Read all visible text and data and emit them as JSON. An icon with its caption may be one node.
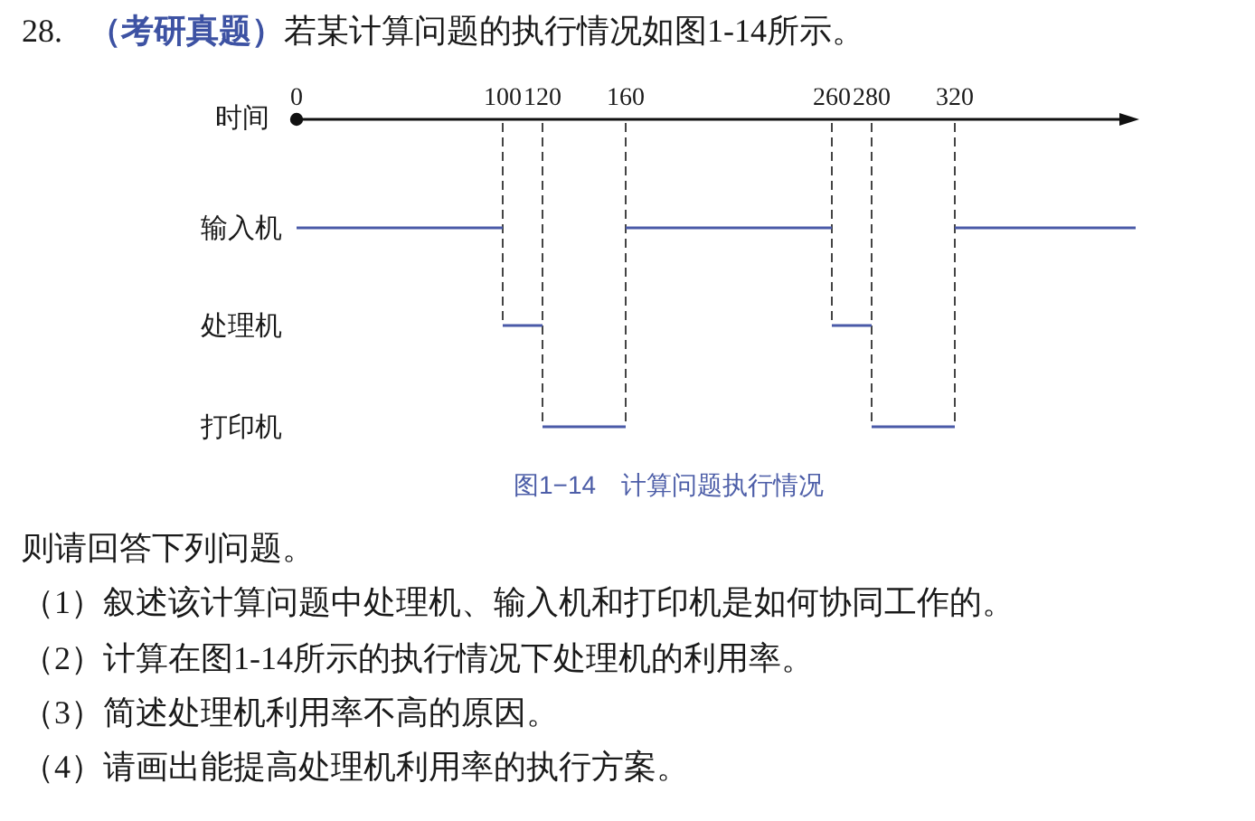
{
  "diagram": {
    "title": "28. **（考研真题）**若某计算问题的执行情况如图1-14所示。",
    "caption": "图1−14　计算问题执行情况",
    "labels": [
      "时间",
      "0",
      "100",
      "120",
      "160",
      "260",
      "280",
      "320",
      "输入机",
      "处理机",
      "打印机",
      "则请回答下列问题。",
      "（1）叙述该计算问题中处理机、输入机和打印机是如何协同工作的。",
      "（2）计算在图1-14所示的执行情况下处理机的利用率。",
      "（3）简述处理机利用率不高的原因。",
      "（4）请画出能提高处理机利用率的执行方案。"
    ]
  }
}
